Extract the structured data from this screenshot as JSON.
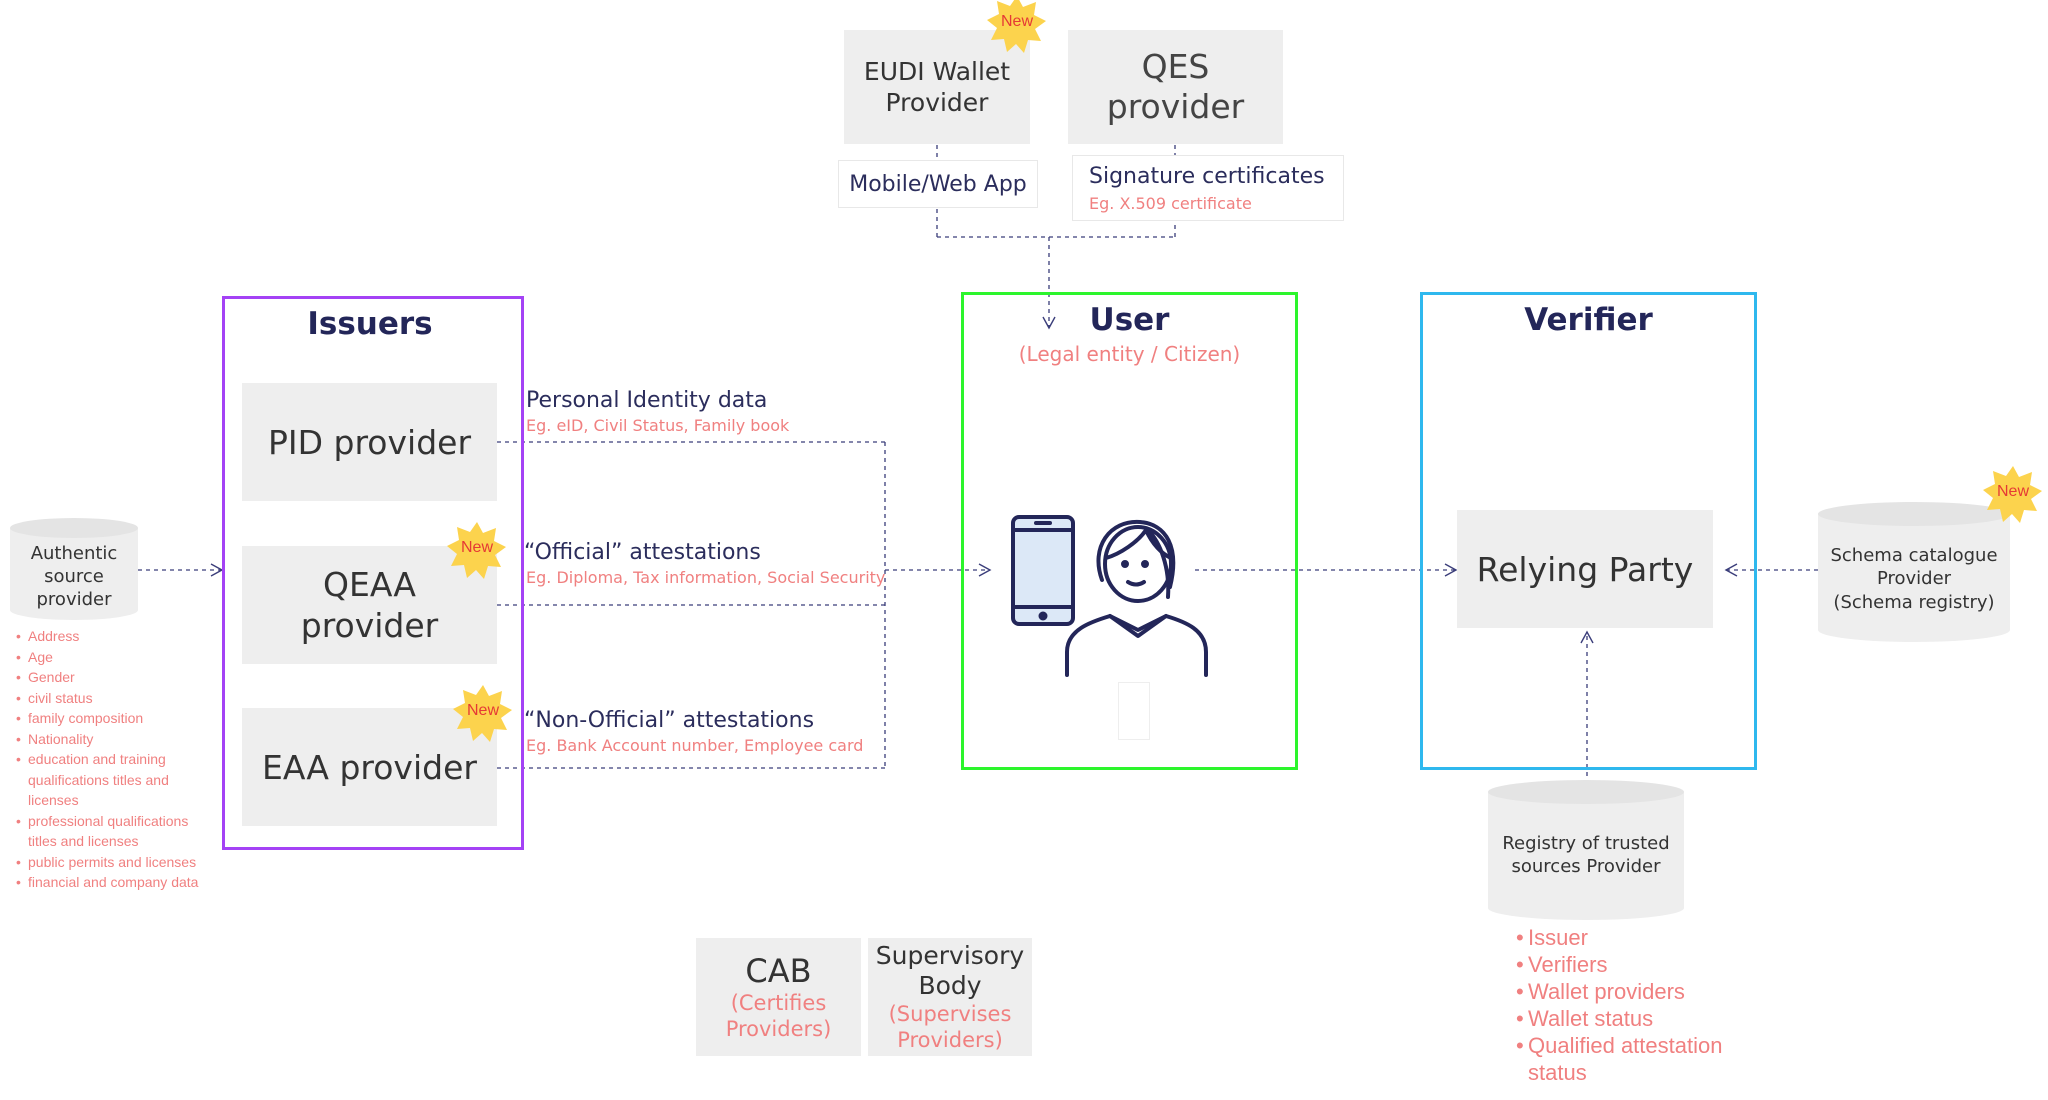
{
  "top": {
    "eudi_wallet": "EUDI Wallet Provider",
    "qes_provider": "QES provider",
    "mobile_web_app": "Mobile/Web App",
    "signature_certificates": "Signature certificates",
    "signature_example": "Eg. X.509 certificate"
  },
  "issuers": {
    "title": "Issuers",
    "pid": "PID provider",
    "qeaa": "QEAA provider",
    "eaa": "EAA provider"
  },
  "flows": {
    "pid_title": "Personal Identity data",
    "pid_example": "Eg. eID, Civil Status, Family book",
    "official_title": "“Official” attestations",
    "official_example": "Eg. Diploma, Tax information, Social Security",
    "nonofficial_title": "“Non-Official” attestations",
    "nonofficial_example": "Eg. Bank Account number, Employee card"
  },
  "user": {
    "title": "User",
    "subtitle": "(Legal entity / Citizen)"
  },
  "verifier": {
    "title": "Verifier",
    "relying_party": "Relying Party"
  },
  "authentic_source": {
    "label": "Authentic source provider",
    "items": [
      "Address",
      "Age",
      "Gender",
      "civil status",
      "family composition",
      "Nationality",
      "education and training qualifications titles and licenses",
      "professional qualifications titles and licenses",
      "public permits and licenses",
      "financial and company data"
    ]
  },
  "schema_catalogue": {
    "label": "Schema catalogue Provider",
    "sub": "(Schema registry)"
  },
  "registry": {
    "label": "Registry of trusted sources Provider",
    "items": [
      "Issuer",
      "Verifiers",
      "Wallet providers",
      "Wallet status",
      "Qualified attestation status"
    ]
  },
  "bottom": {
    "cab_title": "CAB",
    "cab_sub": "(Certifies Providers)",
    "supervisory_title": "Supervisory Body",
    "supervisory_sub": "(Supervises Providers)"
  },
  "badge_text": "New",
  "colors": {
    "issuers_border": "#a442f5",
    "user_border": "#2cf52c",
    "verifier_border": "#2fb8ee",
    "salmon": "#f08080",
    "navy": "#2b2d5c",
    "badge": "#fcd34d"
  }
}
